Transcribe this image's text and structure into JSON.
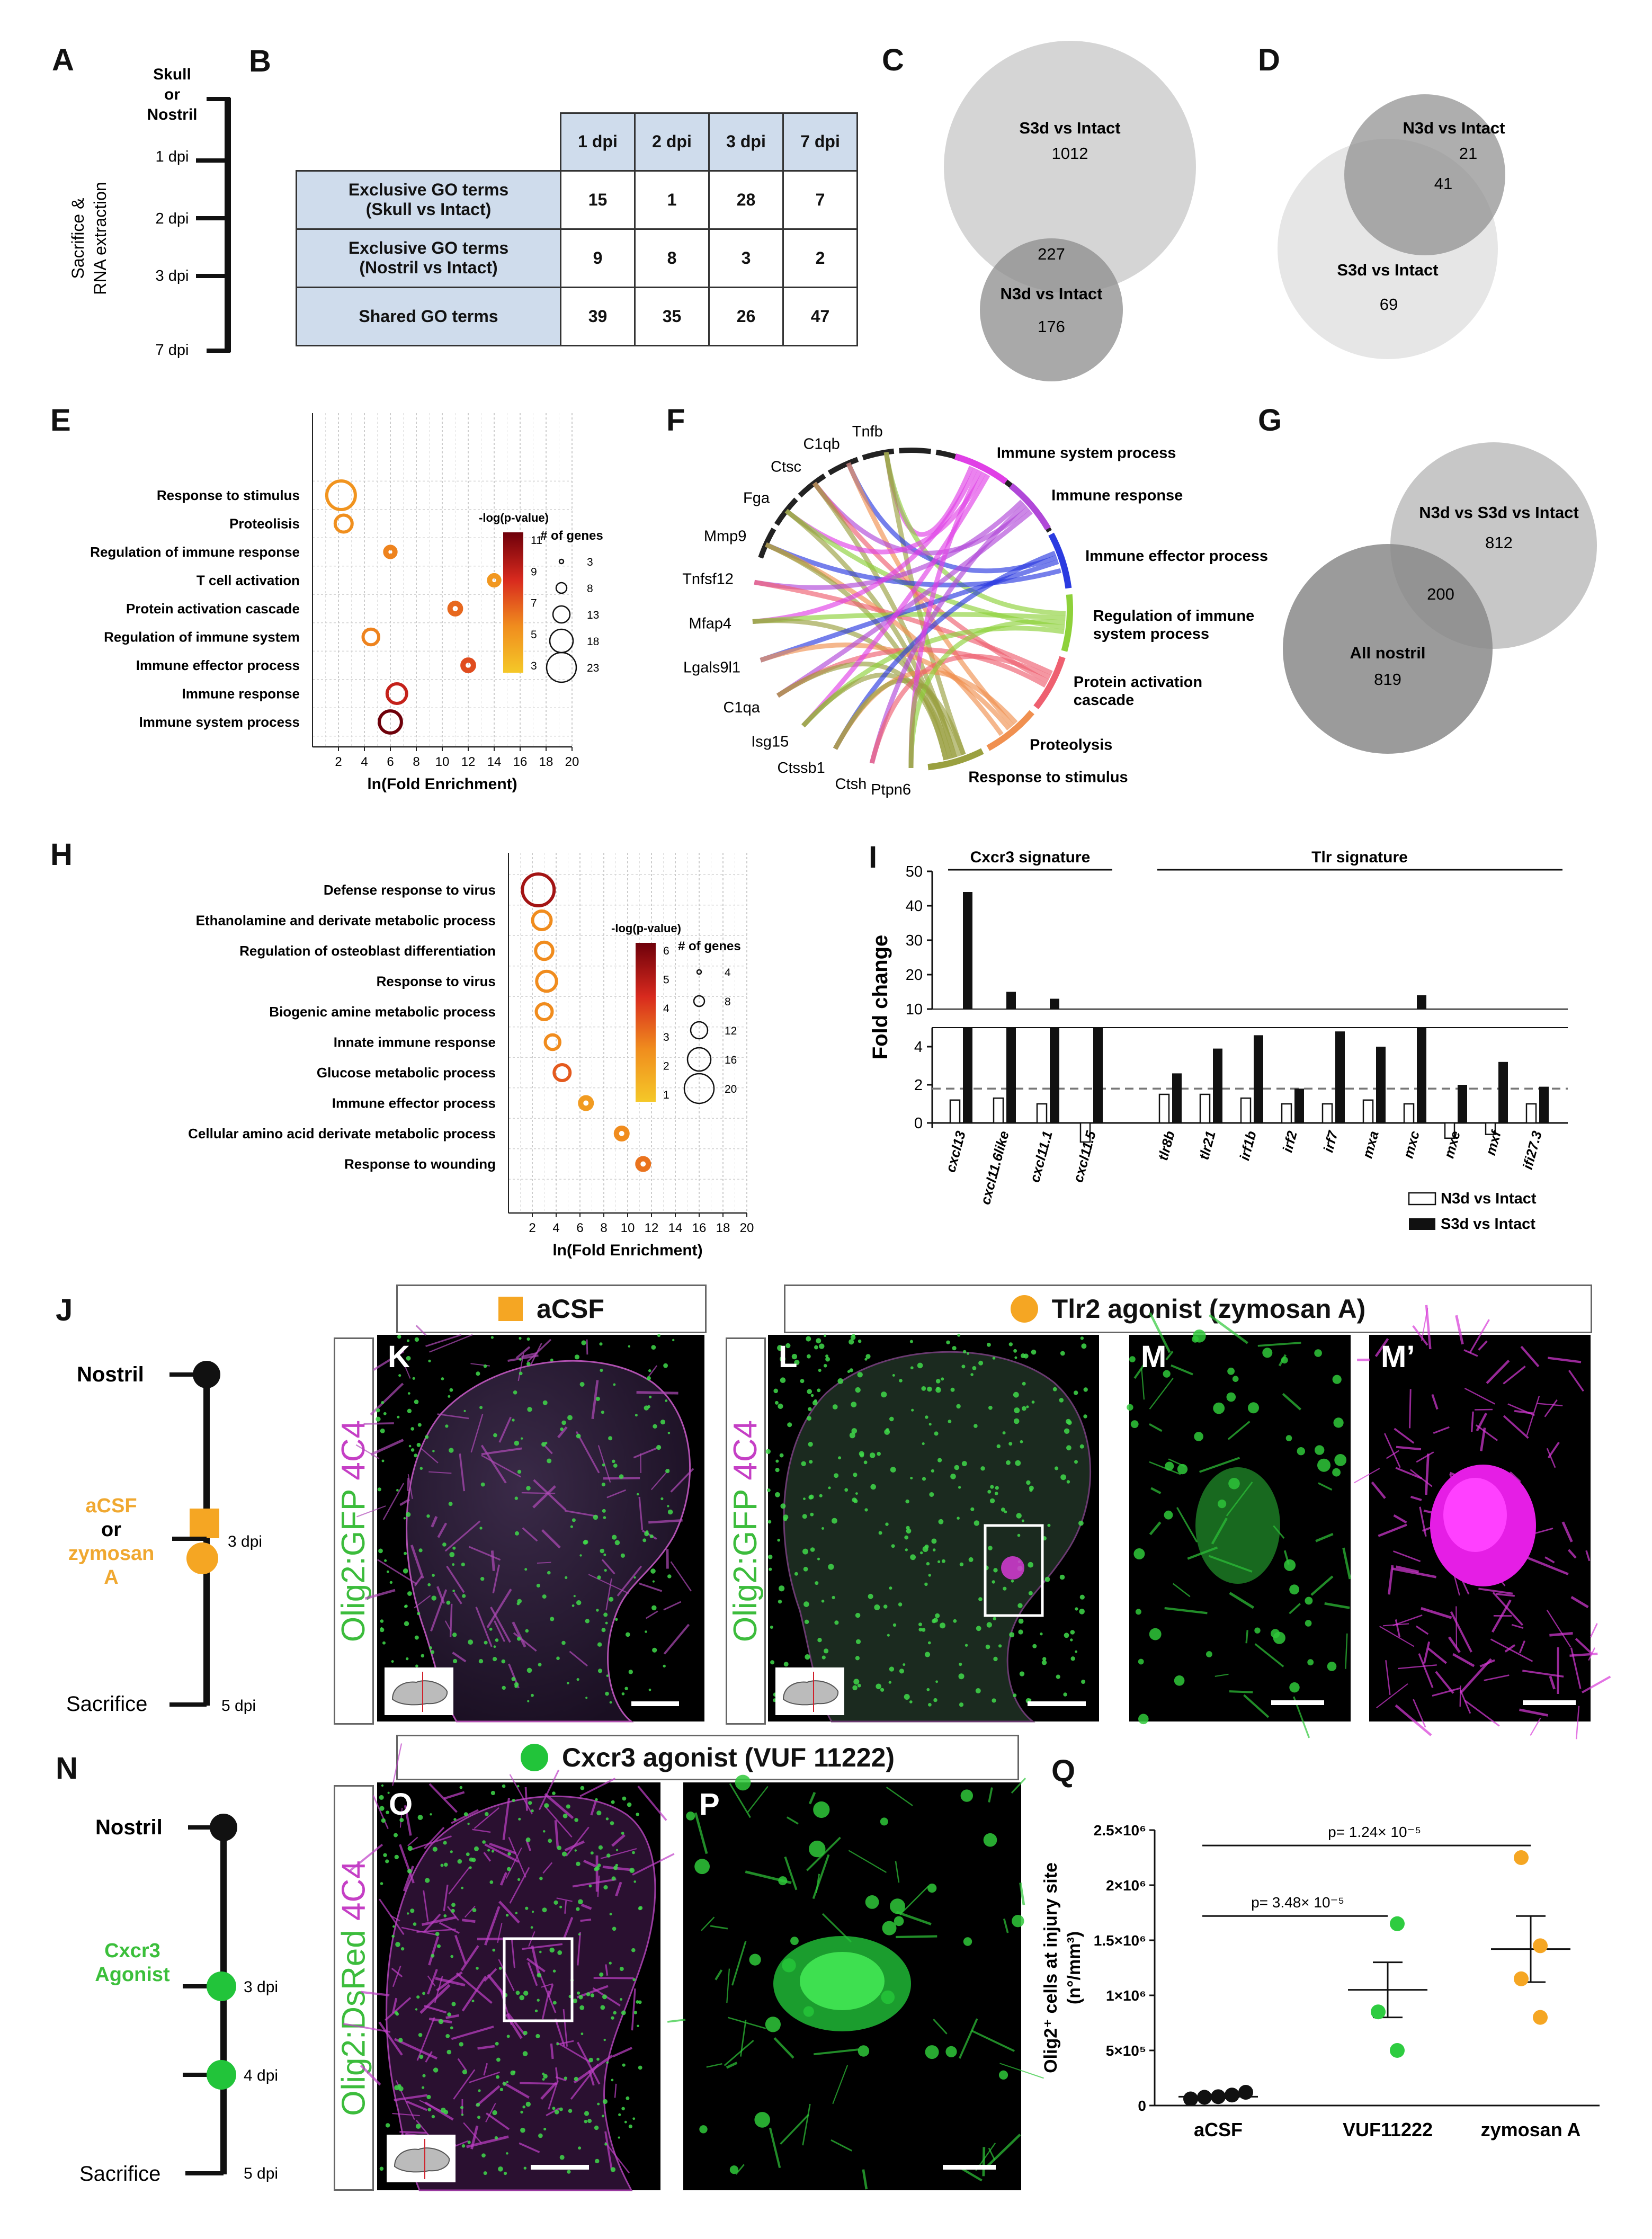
{
  "panels": {
    "A": {
      "letter": "A",
      "top_label": "Skull\nor\nNostril",
      "timepoints": [
        "1 dpi",
        "2 dpi",
        "3 dpi",
        "7 dpi"
      ],
      "side_label": "Sacrifice &\nRNA extraction"
    },
    "B": {
      "letter": "B",
      "columns": [
        "1 dpi",
        "2 dpi",
        "3 dpi",
        "7 dpi"
      ],
      "rows": [
        {
          "label": "Exclusive GO terms\n(Skull vs Intact)",
          "values": [
            "15",
            "1",
            "28",
            "7"
          ]
        },
        {
          "label": "Exclusive GO terms\n(Nostril vs Intact)",
          "values": [
            "9",
            "8",
            "3",
            "2"
          ]
        },
        {
          "label": "Shared GO terms",
          "values": [
            "39",
            "35",
            "26",
            "47"
          ]
        }
      ]
    },
    "C": {
      "letter": "C",
      "big_label": "S3d vs Intact",
      "big_value": "1012",
      "overlap": "227",
      "small_label": "N3d vs Intact",
      "small_value": "176"
    },
    "D": {
      "letter": "D",
      "top_label": "N3d vs Intact",
      "top_value": "21",
      "overlap": "41",
      "big_label": "S3d vs Intact",
      "big_value": "69"
    },
    "G": {
      "letter": "G",
      "top_label": "N3d vs S3d vs Intact",
      "top_value": "812",
      "overlap": "200",
      "bottom_label": "All nostril",
      "bottom_value": "819"
    },
    "F": {
      "letter": "F",
      "genes": [
        "Tnfb",
        "C1qb",
        "Ctsc",
        "Fga",
        "Mmp9",
        "Tnfsf12",
        "Mfap4",
        "Lgals9l1",
        "C1qa",
        "Isg15",
        "Ctssb1",
        "Ctsh",
        "Ptpn6"
      ],
      "terms": [
        {
          "name": "Immune system process",
          "color": "#e040e6"
        },
        {
          "name": "Immune response",
          "color": "#b048d8"
        },
        {
          "name": "Immune effector process",
          "color": "#2b3be0"
        },
        {
          "name": "Regulation of immune\nsystem process",
          "color": "#8ed13a"
        },
        {
          "name": "Protein activation\ncascade",
          "color": "#ee6070"
        },
        {
          "name": "Proteolysis",
          "color": "#f09050"
        },
        {
          "name": "Response to stimulus",
          "color": "#9aa040"
        }
      ]
    },
    "J": {
      "letter": "J",
      "start": "Nostril",
      "treat1": "aCSF",
      "or": "or",
      "treat2": "zymosan\nA",
      "tp1": "3 dpi",
      "end": "Sacrifice",
      "tp2": "5 dpi"
    },
    "N": {
      "letter": "N",
      "start": "Nostril",
      "treat": "Cxcr3\nAgonist",
      "tp1": "3 dpi",
      "tp2": "4 dpi",
      "end": "Sacrifice",
      "tp3": "5 dpi"
    },
    "conditions": {
      "acsf": "aCSF",
      "tlr2": "Tlr2 agonist (zymosan A)",
      "cxcr3": "Cxcr3 agonist (VUF 11222)"
    },
    "micro": {
      "K": "K",
      "L": "L",
      "M": "M",
      "Mp": "M’",
      "O": "O",
      "P": "P",
      "stain_gfp": "Olig2:GFP",
      "stain_dsred": "Olig2:DsRed",
      "stain_4c4": "4C4"
    },
    "colors": {
      "acsf": "#f5a623",
      "zymosan": "#f5a623",
      "vuf": "#2ecc40",
      "green": "#2ecc40",
      "magenta": "#d63bd6",
      "venn_dark": "#9a9a9a",
      "venn_light": "#d6d6d6"
    }
  },
  "chart_data": [
    {
      "panel": "E",
      "type": "scatter",
      "letter": "E",
      "xlabel": "ln(Fold Enrichment)",
      "xticks": [
        2,
        4,
        6,
        8,
        10,
        12,
        14,
        16,
        18,
        20
      ],
      "xlim": [
        0,
        20
      ],
      "colorbar_title": "-log(p-value)",
      "colorbar_ticks": [
        "11",
        "9",
        "7",
        "5",
        "3"
      ],
      "size_title": "# of genes",
      "size_ticks": [
        "3",
        "8",
        "13",
        "18",
        "23"
      ],
      "points": [
        {
          "term": "Response to stimulus",
          "x": 2.2,
          "genes": 18,
          "logp": 3.2
        },
        {
          "term": "Proteolisis",
          "x": 2.4,
          "genes": 9,
          "logp": 3.5
        },
        {
          "term": "Regulation of immune response",
          "x": 6.0,
          "genes": 3,
          "logp": 4
        },
        {
          "term": "T cell activation",
          "x": 14.0,
          "genes": 3,
          "logp": 3
        },
        {
          "term": "Protein activation cascade",
          "x": 11.0,
          "genes": 4,
          "logp": 5
        },
        {
          "term": "Regulation of immune system",
          "x": 4.5,
          "genes": 8,
          "logp": 4
        },
        {
          "term": "Immune effector process",
          "x": 12.0,
          "genes": 4,
          "logp": 6
        },
        {
          "term": "Immune response",
          "x": 6.5,
          "genes": 11,
          "logp": 8
        },
        {
          "term": "Immune system process",
          "x": 6.0,
          "genes": 13,
          "logp": 11
        }
      ]
    },
    {
      "panel": "H",
      "type": "scatter",
      "letter": "H",
      "xlabel": "ln(Fold Enrichment)",
      "xticks": [
        2,
        4,
        6,
        8,
        10,
        12,
        14,
        16,
        18,
        20
      ],
      "xlim": [
        0,
        20
      ],
      "colorbar_title": "-log(p-value)",
      "colorbar_ticks": [
        "6",
        "5",
        "4",
        "3",
        "2",
        "1"
      ],
      "size_title": "# of genes",
      "size_ticks": [
        "4",
        "8",
        "12",
        "16",
        "20"
      ],
      "points": [
        {
          "term": "Defense response to virus",
          "x": 2.5,
          "genes": 20,
          "logp": 5
        },
        {
          "term": "Ethanolamine and derivate metabolic process",
          "x": 2.8,
          "genes": 10,
          "logp": 2
        },
        {
          "term": "Regulation of osteoblast differentiation",
          "x": 3.0,
          "genes": 9,
          "logp": 2
        },
        {
          "term": "Response to virus",
          "x": 3.2,
          "genes": 11,
          "logp": 2
        },
        {
          "term": "Biogenic amine metabolic process",
          "x": 3.0,
          "genes": 8,
          "logp": 2
        },
        {
          "term": "Innate immune response",
          "x": 3.7,
          "genes": 7,
          "logp": 2
        },
        {
          "term": "Glucose metabolic process",
          "x": 4.5,
          "genes": 8,
          "logp": 3
        },
        {
          "term": "Immune effector process",
          "x": 6.5,
          "genes": 4,
          "logp": 1.5
        },
        {
          "term": "Cellular amino acid derivate metabolic process",
          "x": 9.5,
          "genes": 4,
          "logp": 2
        },
        {
          "term": "Response to wounding",
          "x": 11.3,
          "genes": 4,
          "logp": 2.5
        }
      ]
    },
    {
      "panel": "I",
      "type": "bar",
      "letter": "I",
      "ylabel": "Fold change",
      "groups": [
        {
          "name": "Cxcr3 signature",
          "count": 4
        },
        {
          "name": "Tlr signature",
          "count": 12
        }
      ],
      "categories": [
        "cxcl13",
        "cxcl11.6like",
        "cxcl11.1",
        "cxcl11.5",
        "tlr8b",
        "tlr21",
        "irf1b",
        "irf2",
        "irf7",
        "mxa",
        "mxc",
        "mxe",
        "mxf",
        "ifi27.3"
      ],
      "series": [
        {
          "name": "N3d vs Intact",
          "values": [
            1.2,
            1.3,
            1.0,
            -1.0,
            1.5,
            1.5,
            1.3,
            1.0,
            1.0,
            1.2,
            1.0,
            -0.8,
            -0.6,
            1.0
          ]
        },
        {
          "name": "S3d vs Intact",
          "values": [
            44,
            15,
            13,
            10,
            2.6,
            3.9,
            4.6,
            1.8,
            4.8,
            4.0,
            14,
            2.0,
            3.2,
            1.9
          ]
        }
      ],
      "upper_ticks": [
        "50",
        "40",
        "30",
        "20",
        "10"
      ],
      "lower_ticks": [
        "4",
        "2",
        "0"
      ],
      "threshold": 1.8
    },
    {
      "panel": "Q",
      "type": "scatter",
      "letter": "Q",
      "ylabel": "Olig2⁺ cells at injury site\n(n°/mm³)",
      "categories": [
        "aCSF",
        "VUF11222",
        "zymosan A"
      ],
      "yticks": [
        "2.5×10⁶",
        "2×10⁶",
        "1.5×10⁶",
        "1×10⁶",
        "5×10⁵",
        "0"
      ],
      "ylim": [
        0,
        2500000
      ],
      "points": [
        {
          "group": "aCSF",
          "values": [
            60000,
            75000,
            80000,
            95000,
            120000
          ]
        },
        {
          "group": "VUF11222",
          "values": [
            500000,
            850000,
            1650000
          ]
        },
        {
          "group": "zymosan A",
          "values": [
            800000,
            1150000,
            1450000,
            2250000
          ]
        }
      ],
      "means": [
        80000,
        1050000,
        1420000
      ],
      "sem": [
        15000,
        250000,
        300000
      ],
      "pvalues": [
        {
          "text": "p= 3.48× 10⁻⁵",
          "from": "aCSF",
          "to": "VUF11222"
        },
        {
          "text": "p= 1.24× 10⁻⁵",
          "from": "aCSF",
          "to": "zymosan A"
        }
      ]
    }
  ]
}
